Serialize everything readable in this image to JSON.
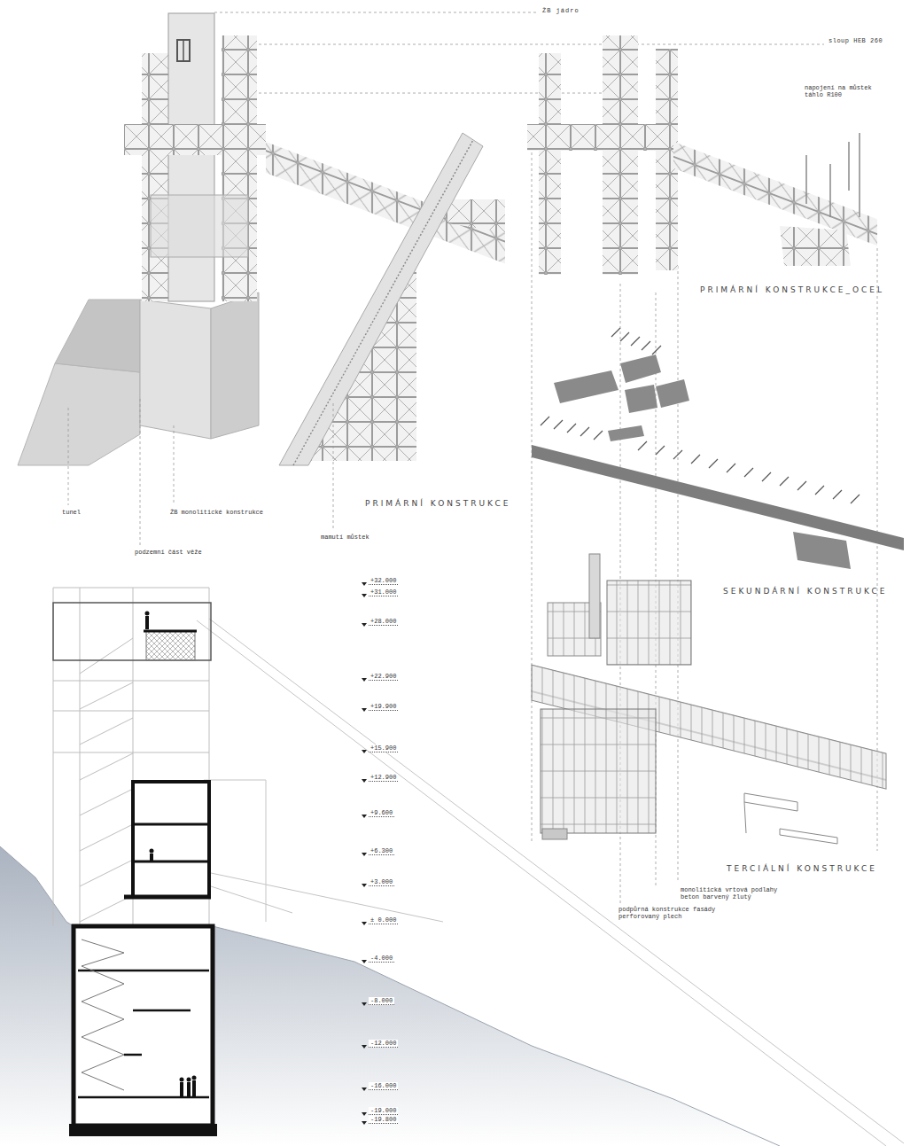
{
  "diagram": {
    "labels": [
      "ŽB jádro",
      "sloup HEB 260",
      "napojení na můstek táhlo R100",
      "PRIMÁRNÍ KONSTRUKCE_OCEL",
      "SEKUNDÁRNÍ KONSTRUKCE",
      "TERCIÁLNÍ KONSTRUKCE",
      "monolitická vrtová podlahy beton barvený žlutý",
      "podpůrná konstrukce fasády perforovaný plech",
      "tunel",
      "ŽB monolitické konstrukce",
      "podzemní část věže",
      "mamutí můstek",
      "PRIMÁRNÍ KONSTRUKCE",
      "+32.000",
      "+31.000",
      "+28.000",
      "+22.900",
      "+19.900",
      "+15.900",
      "+12.900",
      "+9.600",
      "+6.300",
      "+3.000",
      "± 0.000",
      "-4.000",
      "-8.000",
      "-12.000",
      "-16.000",
      "-19.000",
      "-19.800"
    ]
  }
}
